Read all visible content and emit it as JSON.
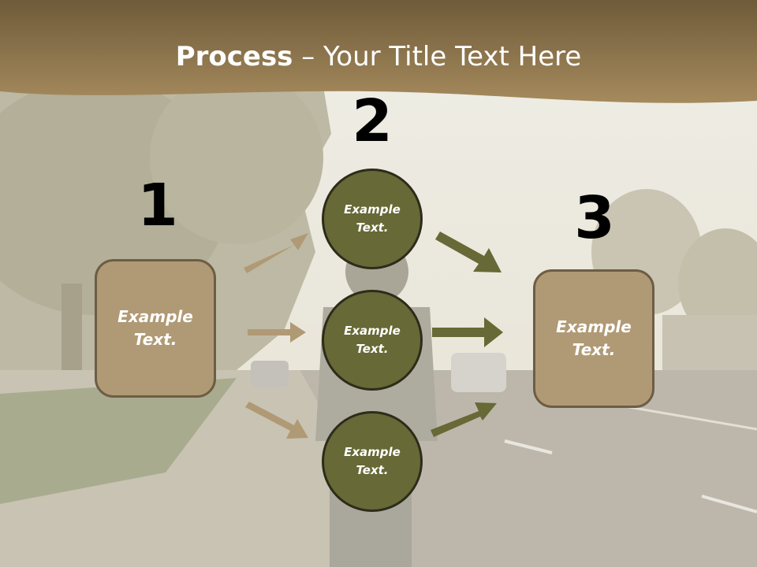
{
  "slide": {
    "title_bold": "Process",
    "title_rest": " – Your Title Text Here"
  },
  "steps": [
    {
      "number": "1",
      "label": "Example Text."
    },
    {
      "number": "2",
      "label": "Example Text."
    },
    {
      "number": "3",
      "label": "Example Text."
    }
  ],
  "nodes": [
    {
      "label": "Example Text."
    },
    {
      "label": "Example Text."
    },
    {
      "label": "Example Text."
    }
  ],
  "colors": {
    "header": "#8f7449",
    "box_fill": "#b09a75",
    "box_border": "#6e5d45",
    "circle_fill": "#676936",
    "circle_border": "#2d2c1b",
    "arrow_in": "#b09a75",
    "arrow_out": "#676936"
  }
}
